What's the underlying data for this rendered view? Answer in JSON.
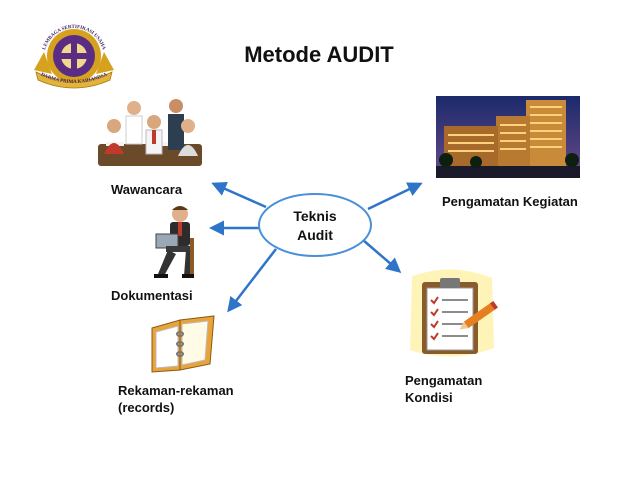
{
  "title": "Metode AUDIT",
  "logo": {
    "top_text": "LEMBAGA SERTIFIKASI USAHA",
    "bottom_text": "DARMA PRIMA KAIHANDSA"
  },
  "center": {
    "text": "Teknis\nAudit"
  },
  "nodes": {
    "wawancara": "Wawancara",
    "dokumentasi": "Dokumentasi",
    "rekaman": "Rekaman-rekaman\n(records)",
    "pengamatan_kegiatan": "Pengamatan Kegiatan",
    "pengamatan_kondisi": "Pengamatan\nKondisi"
  },
  "colors": {
    "arrow": "#2e74c9",
    "ellipse_stroke": "#4a90d9",
    "logo_gold": "#d6a21e",
    "logo_purple": "#5b2c83"
  }
}
